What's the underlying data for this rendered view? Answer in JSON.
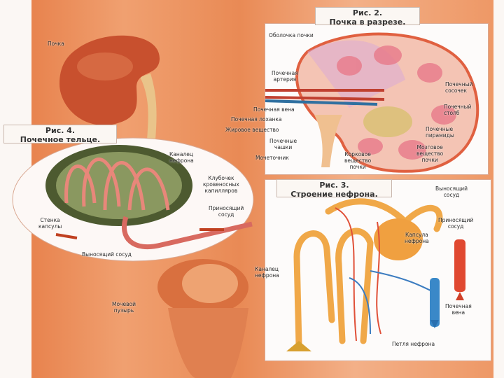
{
  "kidney_label": "Почка",
  "fig2": {
    "title_1": "Рис. 2.",
    "title_2": "Почка в разрезе.",
    "labels": {
      "capsule": "Оболочка почки",
      "artery": "Почечная\nартерия",
      "vein": "Почечная вена",
      "pelvis": "Почечная лоханка",
      "fat": "Жировое вещество",
      "calyces": "Почечные\nчашки",
      "ureter": "Мочеточник",
      "cortex": "Корковое\nвещество\nпочки",
      "medulla": "Мозговое\nвещество\nпочки",
      "pyramids": "Почечные\nпирамиды",
      "column": "Почечный\nстолб",
      "papilla": "Почечный\nсосочек"
    }
  },
  "fig4": {
    "title_1": "Рис. 4.",
    "title_2": "Почечное тельце.",
    "labels": {
      "tubule": "Каналец\nнефрона",
      "glomerulus": "Клубочек\nкровеносных\nкапилляров",
      "afferent": "Приносящий\nсосуд",
      "capsule_wall": "Стенка\nкапсулы",
      "efferent": "Выносящий сосуд"
    }
  },
  "bladder_label": "Мочевой\nпузырь",
  "fig3": {
    "title_1": "Рис. 3.",
    "title_2": "Строение нефрона.",
    "labels": {
      "efferent": "Выносящий\nсосуд",
      "afferent": "Приносящий\nсосуд",
      "capsule": "Капсула\nнефрона",
      "tubule": "Каналец\nнефрона",
      "vein": "Почечная\nвена",
      "loop": "Петля нефрона"
    }
  }
}
